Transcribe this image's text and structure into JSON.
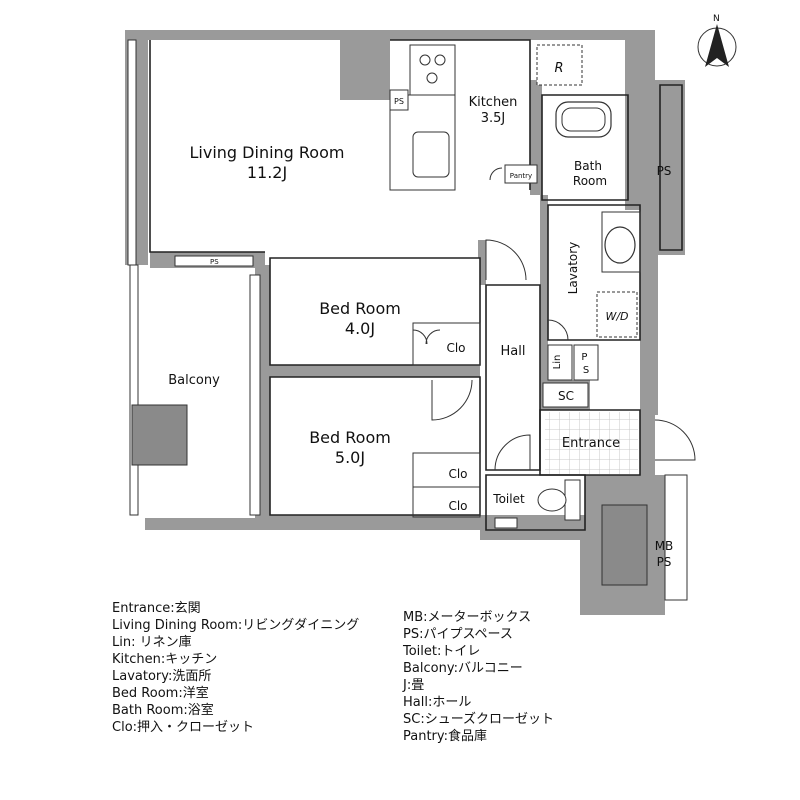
{
  "compass": {
    "north_label": "N"
  },
  "rooms": {
    "living_name": "Living Dining Room",
    "living_size": "11.2J",
    "kitchen_name": "Kitchen",
    "kitchen_size": "3.5J",
    "bed1_name": "Bed Room",
    "bed1_size": "4.0J",
    "bed2_name": "Bed Room",
    "bed2_size": "5.0J",
    "bath_line1": "Bath",
    "bath_line2": "Room",
    "lavatory": "Lavatory",
    "hall": "Hall",
    "entrance": "Entrance",
    "toilet": "Toilet",
    "balcony": "Balcony",
    "clo1": "Clo",
    "clo2": "Clo",
    "clo3": "Clo",
    "sc": "SC",
    "lin": "Lin",
    "ps_small": "P\nS",
    "ps_kitchen": "PS",
    "ps_strip": "PS",
    "ps_right": "PS",
    "mb": "MB",
    "mb_ps": "PS",
    "pantry": "Pantry",
    "wd": "W/D",
    "fridge": "R"
  },
  "legend_left": [
    "Entrance:玄関",
    "Living Dining Room:リビングダイニング",
    "Lin: リネン庫",
    "Kitchen:キッチン",
    "Lavatory:洗面所",
    "Bed Room:洋室",
    "Bath Room:浴室",
    "Clo:押入・クローゼット"
  ],
  "legend_right": [
    "MB:メーターボックス",
    "PS:パイプスペース",
    "Toilet:トイレ",
    "Balcony:バルコニー",
    "J:畳",
    "Hall:ホール",
    "SC:シューズクローゼット",
    "Pantry:食品庫"
  ]
}
